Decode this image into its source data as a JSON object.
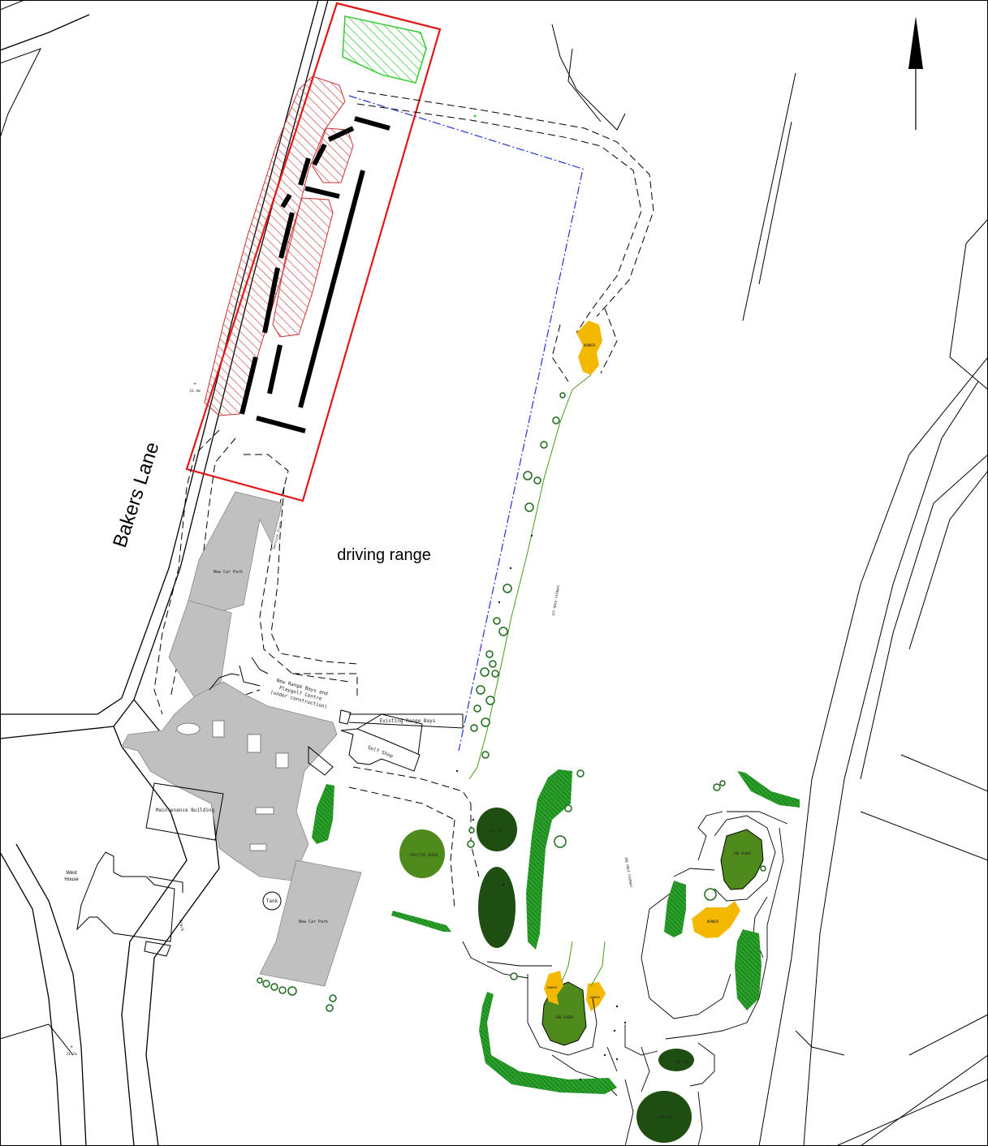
{
  "map": {
    "road_label": "Bakers Lane",
    "area_label": "driving range",
    "labels": {
      "new_car_park_north": "New Car Park",
      "new_car_park_south": "New Car Park",
      "new_range_bays_1": "New Range Bays and",
      "new_range_bays_2": "Playgolf Centre",
      "new_range_bays_3": "(under construction)",
      "existing_range_bays": "Existing Range Bays",
      "golf_shop": "Golf Shop",
      "maintenance_building": "Maintenance Building",
      "west_house_1": "West",
      "west_house_2": "House",
      "tank": "Tank",
      "track": "Track",
      "service_track": "Service Track",
      "bunker_top": "BUNKER",
      "bunker_right": "BUNKER",
      "bunker_left_small": "BUNKER",
      "bunker_right_small": "BUNKER",
      "practice_green": "PRACTICE GREEN",
      "first_tee": "1ST TEE",
      "first_hole_fairway": "1ST HOLE FAIRWAY",
      "second_hole_fairway": "2ND HOLE FAIRWAY",
      "second_green": "2ND GREEN",
      "third_green": "3RD GREEN",
      "second_tee": "2ND TEE",
      "third_tee": "3RD TEE",
      "spot_height_1": "31.4m",
      "spot_height_2": "31.7m"
    },
    "colors": {
      "boundary": "#e01818",
      "hatch_red": "#c83030",
      "hatch_green": "#3ccc3c",
      "car_park": "#c0c0c0",
      "green_light": "#4f8a1c",
      "green_dark": "#1f4e12",
      "bunker": "#f5b800",
      "trees_hatch": "#2ea82e",
      "range_line": "#2233cc"
    },
    "icons": {
      "north": "north-arrow-icon"
    }
  }
}
